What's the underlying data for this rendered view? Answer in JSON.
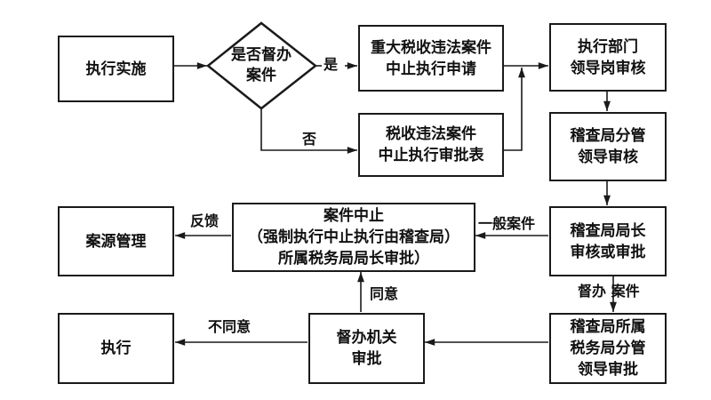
{
  "diagram": {
    "nodes": {
      "start": {
        "lines": [
          "执行实施"
        ]
      },
      "decision": {
        "lines": [
          "是否督办",
          "案件"
        ]
      },
      "major_apply": {
        "lines": [
          "重大税收违法案件",
          "中止执行申请"
        ]
      },
      "approval_form": {
        "lines": [
          "税收违法案件",
          "中止执行审批表"
        ]
      },
      "dept_review": {
        "lines": [
          "执行部门",
          "领导岗审核"
        ]
      },
      "bureau_deputy_review": {
        "lines": [
          "稽查局分管",
          "领导审核"
        ]
      },
      "bureau_chief": {
        "lines": [
          "稽查局局长",
          "审核或审批"
        ]
      },
      "suspend": {
        "lines": [
          "案件中止",
          "（强制执行中止执行由稽查局）",
          "所属税务局局长审批）"
        ]
      },
      "case_source": {
        "lines": [
          "案源管理"
        ]
      },
      "supervisor_approval": {
        "lines": [
          "督办机关",
          "审批"
        ]
      },
      "tax_bureau_deputy": {
        "lines": [
          "稽查局所属",
          "税务局分管",
          "领导审批"
        ]
      },
      "execute": {
        "lines": [
          "执行"
        ]
      }
    },
    "edge_labels": {
      "yes": "是",
      "no": "否",
      "feedback": "反馈",
      "general_case": "一般案件",
      "supervised_case": "督办 案件",
      "agree": "同意",
      "disagree": "不同意"
    }
  }
}
